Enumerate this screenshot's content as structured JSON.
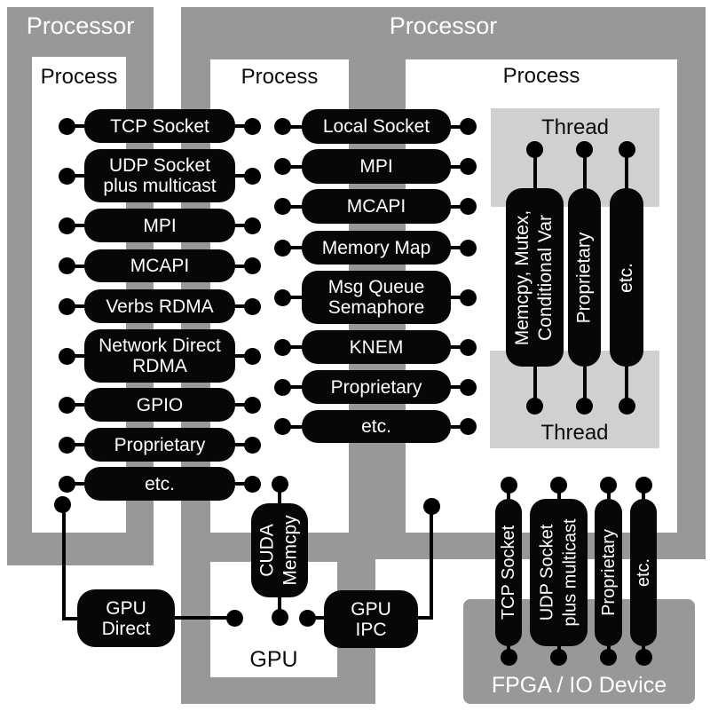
{
  "colors": {
    "frame_gray": "#989898",
    "thread_gray": "#d0d0d0",
    "pill_black": "#070707",
    "page_bg": "#ffffff"
  },
  "labels": {
    "processor_left": "Processor",
    "processor_right": "Processor",
    "process_left": "Process",
    "process_middle": "Process",
    "process_right": "Process",
    "thread_top": "Thread",
    "thread_bottom": "Thread",
    "gpu": "GPU",
    "fpga": "FPGA / IO Device"
  },
  "left_process_pills": [
    {
      "label": "TCP Socket"
    },
    {
      "label": "UDP Socket\nplus multicast"
    },
    {
      "label": "MPI"
    },
    {
      "label": "MCAPI"
    },
    {
      "label": "Verbs RDMA"
    },
    {
      "label": "Network Direct\nRDMA"
    },
    {
      "label": "GPIO"
    },
    {
      "label": "Proprietary"
    },
    {
      "label": "etc."
    }
  ],
  "middle_process_pills": [
    {
      "label": "Local Socket"
    },
    {
      "label": "MPI"
    },
    {
      "label": "MCAPI"
    },
    {
      "label": "Memory Map"
    },
    {
      "label": "Msg Queue\nSemaphore"
    },
    {
      "label": "KNEM"
    },
    {
      "label": "Proprietary"
    },
    {
      "label": "etc."
    }
  ],
  "thread_pills": [
    {
      "label": "Memcpy, Mutex,\nConditional Var"
    },
    {
      "label": "Proprietary"
    },
    {
      "label": "etc."
    }
  ],
  "fpga_pills": [
    {
      "label": "TCP Socket"
    },
    {
      "label": "UDP Socket\nplus multicast"
    },
    {
      "label": "Proprietary"
    },
    {
      "label": "etc."
    }
  ],
  "gpu_links": {
    "cuda_memcpy": "CUDA\nMemcpy",
    "gpu_ipc": "GPU\nIPC",
    "gpu_direct": "GPU\nDirect"
  }
}
